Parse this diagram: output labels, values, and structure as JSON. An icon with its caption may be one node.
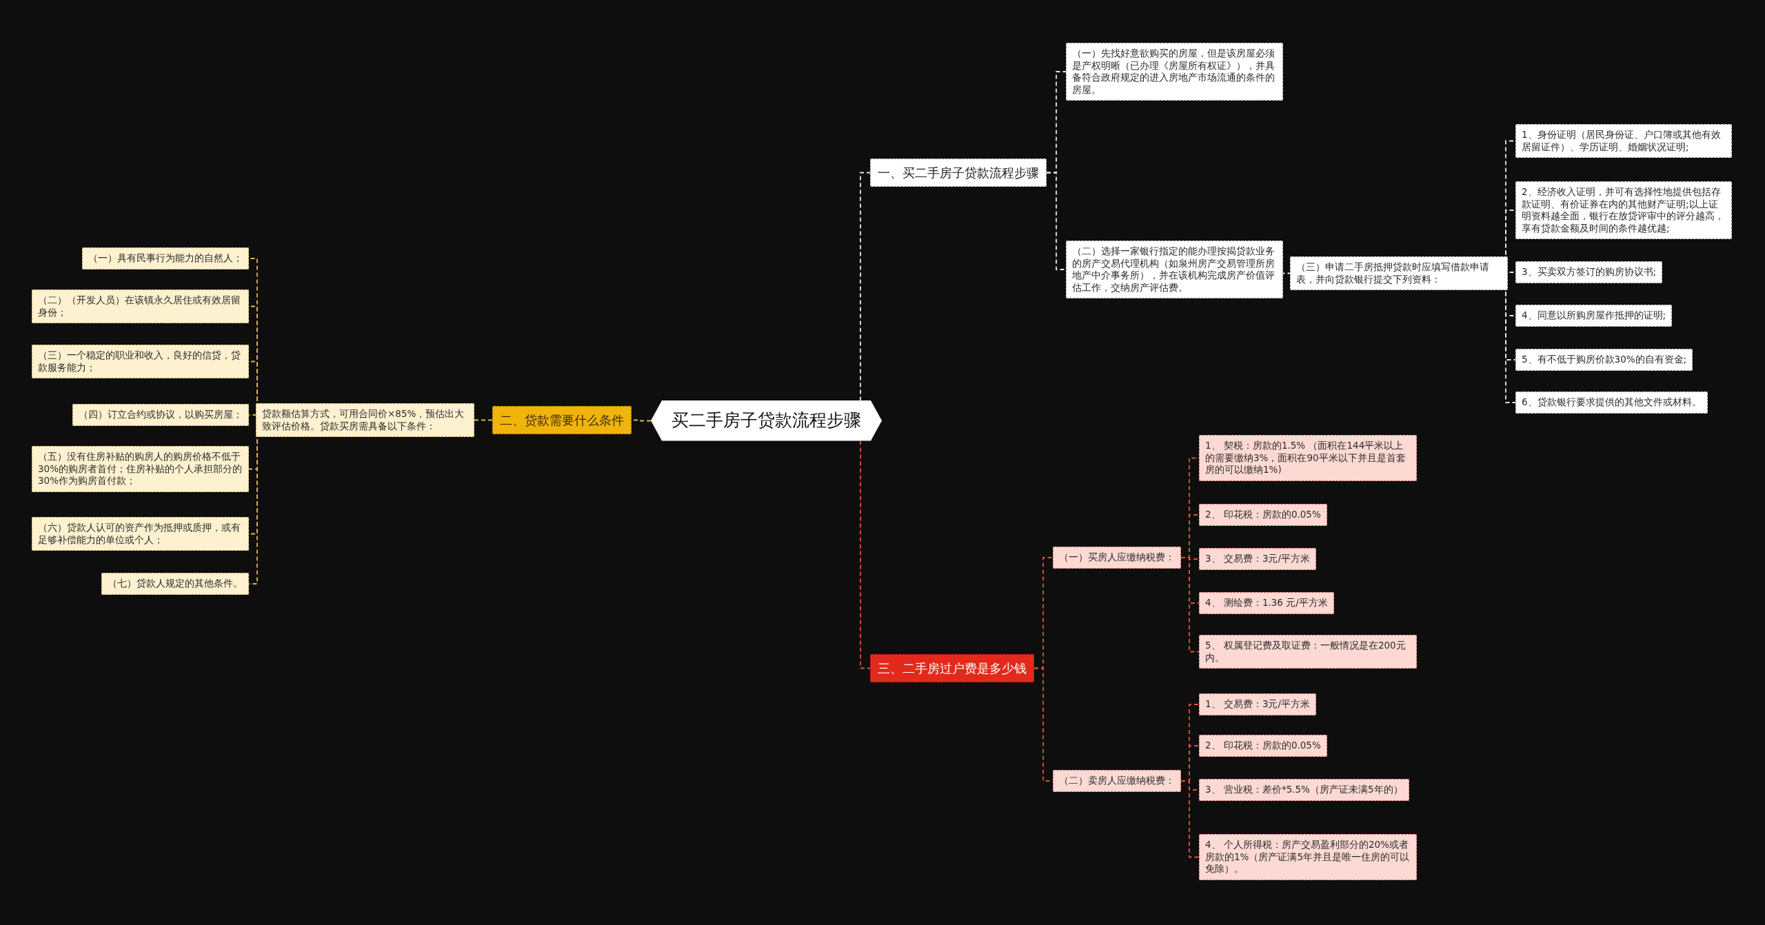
{
  "diagram": {
    "nodes": [
      {
        "text": [
          "买二手房子贷款流程步骤"
        ]
      },
      {
        "text": [
          "一、买二手房子贷款流程步骤"
        ]
      },
      {
        "text": [
          "（一）先找好意欲购买的房屋，但是该房屋必须是产权明晰（已办理《房屋所有权证》），并具备符合政府规定的进入房地产市场流通的条件的房屋。"
        ]
      },
      {
        "text": [
          "（二）选择一家银行指定的能办理按揭贷款业务的房产交易代理机构（如泉州房产交易管理所房地产中介事务所），并在该机构完成房产价值评估工作，交纳房产评估费。"
        ]
      },
      {
        "text": [
          "（三）申请二手房抵押贷款时应填写借款申请表，并向贷款银行提交下列资料："
        ]
      },
      {
        "text": [
          "1、身份证明（居民身份证、户口簿或其他有效居留证件）、学历证明、婚姻状况证明;"
        ]
      },
      {
        "text": [
          "2、经济收入证明，并可有选择性地提供包括存款证明、有价证券在内的其他财产证明;以上证明资料越全面，银行在放贷评审中的评分越高，享有贷款金额及时间的条件越优越;"
        ]
      },
      {
        "text": [
          "3、买卖双方签订的购房协议书;"
        ]
      },
      {
        "text": [
          "4、同意以所购房屋作抵押的证明;"
        ]
      },
      {
        "text": [
          "5、有不低于购房价款30%的自有资金;"
        ]
      },
      {
        "text": [
          "6、贷款银行要求提供的其他文件或材料。"
        ]
      },
      {
        "text": [
          "二、贷款需要什么条件"
        ]
      },
      {
        "text": [
          "贷款额估算方式，可用合同价×85%，预估出大致评估价格。贷款买房需具备以下条件："
        ]
      },
      {
        "text": [
          "（一）具有民事行为能力的自然人；"
        ]
      },
      {
        "text": [
          "（二）（开发人员）在该镇永久居住或有效居留身份；"
        ]
      },
      {
        "text": [
          "（三）一个稳定的职业和收入，良好的信贷，贷款服务能力；"
        ]
      },
      {
        "text": [
          "（四）订立合约或协议，以购买房屋；"
        ]
      },
      {
        "text": [
          "（五）没有住房补贴的购房人的购房价格不低于30%的购房者首付；住房补贴的个人承担部分的30%作为购房首付款；"
        ]
      },
      {
        "text": [
          "（六）贷款人认可的资产作为抵押或质押，或有足够补偿能力的单位或个人；"
        ]
      },
      {
        "text": [
          "（七）贷款人规定的其他条件。"
        ]
      },
      {
        "text": [
          "三、二手房过户费是多少钱"
        ]
      },
      {
        "text": [
          "（一）买房人应缴纳税费："
        ]
      },
      {
        "text": [
          "1、 契税：房款的1.5% （面积在144平米以上的需要缴纳3%，面积在90平米以下并且是首套房的可以缴纳1%)"
        ]
      },
      {
        "text": [
          "2、 印花税：房款的0.05%"
        ]
      },
      {
        "text": [
          "3、 交易费：3元/平方米"
        ]
      },
      {
        "text": [
          "4、 测绘费：1.36 元/平方米"
        ]
      },
      {
        "text": [
          "5、 权属登记费及取证费：一般情况是在200元内。"
        ]
      },
      {
        "text": [
          "（二）卖房人应缴纳税费："
        ]
      },
      {
        "text": [
          "1、 交易费：3元/平方米"
        ]
      },
      {
        "text": [
          "2、 印花税：房款的0.05%"
        ]
      },
      {
        "text": [
          "3、 营业税：差价*5.5%（房产证未满5年的）"
        ]
      },
      {
        "text": [
          "4、 个人所得税：房产交易盈利部分的20%或者房款的1%（房产证满5年并且是唯一住房的可以免除）。"
        ]
      }
    ],
    "edges": [
      {
        "from": 0,
        "to": 1,
        "arrow": "none",
        "color": "#e8e8e8"
      },
      {
        "from": 1,
        "to": 2,
        "arrow": "none",
        "color": "#e8e8e8"
      },
      {
        "from": 1,
        "to": 3,
        "arrow": "none",
        "color": "#e8e8e8"
      },
      {
        "from": 3,
        "to": 4,
        "arrow": "none",
        "color": "#e8e8e8"
      },
      {
        "from": 4,
        "to": 5,
        "arrow": "none",
        "color": "#e8e8e8"
      },
      {
        "from": 4,
        "to": 6,
        "arrow": "none",
        "color": "#e8e8e8"
      },
      {
        "from": 4,
        "to": 7,
        "arrow": "none",
        "color": "#e8e8e8"
      },
      {
        "from": 4,
        "to": 8,
        "arrow": "none",
        "color": "#e8e8e8"
      },
      {
        "from": 4,
        "to": 9,
        "arrow": "none",
        "color": "#e8e8e8"
      },
      {
        "from": 4,
        "to": 10,
        "arrow": "none",
        "color": "#e8e8e8"
      },
      {
        "from": 0,
        "to": 11,
        "arrow": "none",
        "color": "#e0b84a"
      },
      {
        "from": 11,
        "to": 12,
        "arrow": "none",
        "color": "#e0b84a"
      },
      {
        "from": 12,
        "to": 13,
        "arrow": "none",
        "color": "#e0b84a"
      },
      {
        "from": 12,
        "to": 14,
        "arrow": "none",
        "color": "#e0b84a"
      },
      {
        "from": 12,
        "to": 15,
        "arrow": "none",
        "color": "#e0b84a"
      },
      {
        "from": 12,
        "to": 16,
        "arrow": "none",
        "color": "#e0b84a"
      },
      {
        "from": 12,
        "to": 17,
        "arrow": "none",
        "color": "#e0b84a"
      },
      {
        "from": 12,
        "to": 18,
        "arrow": "none",
        "color": "#e0b84a"
      },
      {
        "from": 12,
        "to": 19,
        "arrow": "none",
        "color": "#e0b84a"
      },
      {
        "from": 0,
        "to": 20,
        "arrow": "none"
      },
      {
        "from": 20,
        "to": 21,
        "arrow": "none"
      },
      {
        "from": 21,
        "to": 22,
        "arrow": "none"
      },
      {
        "from": 21,
        "to": 23,
        "arrow": "none"
      },
      {
        "from": 21,
        "to": 24,
        "arrow": "none"
      },
      {
        "from": 21,
        "to": 25,
        "arrow": "none"
      },
      {
        "from": 21,
        "to": 26,
        "arrow": "none"
      },
      {
        "from": 20,
        "to": 27,
        "arrow": "none"
      },
      {
        "from": 27,
        "to": 28,
        "arrow": "none"
      },
      {
        "from": 27,
        "to": 29,
        "arrow": "none"
      },
      {
        "from": 27,
        "to": 30,
        "arrow": "none"
      },
      {
        "from": 27,
        "to": 31,
        "arrow": "none"
      }
    ]
  }
}
